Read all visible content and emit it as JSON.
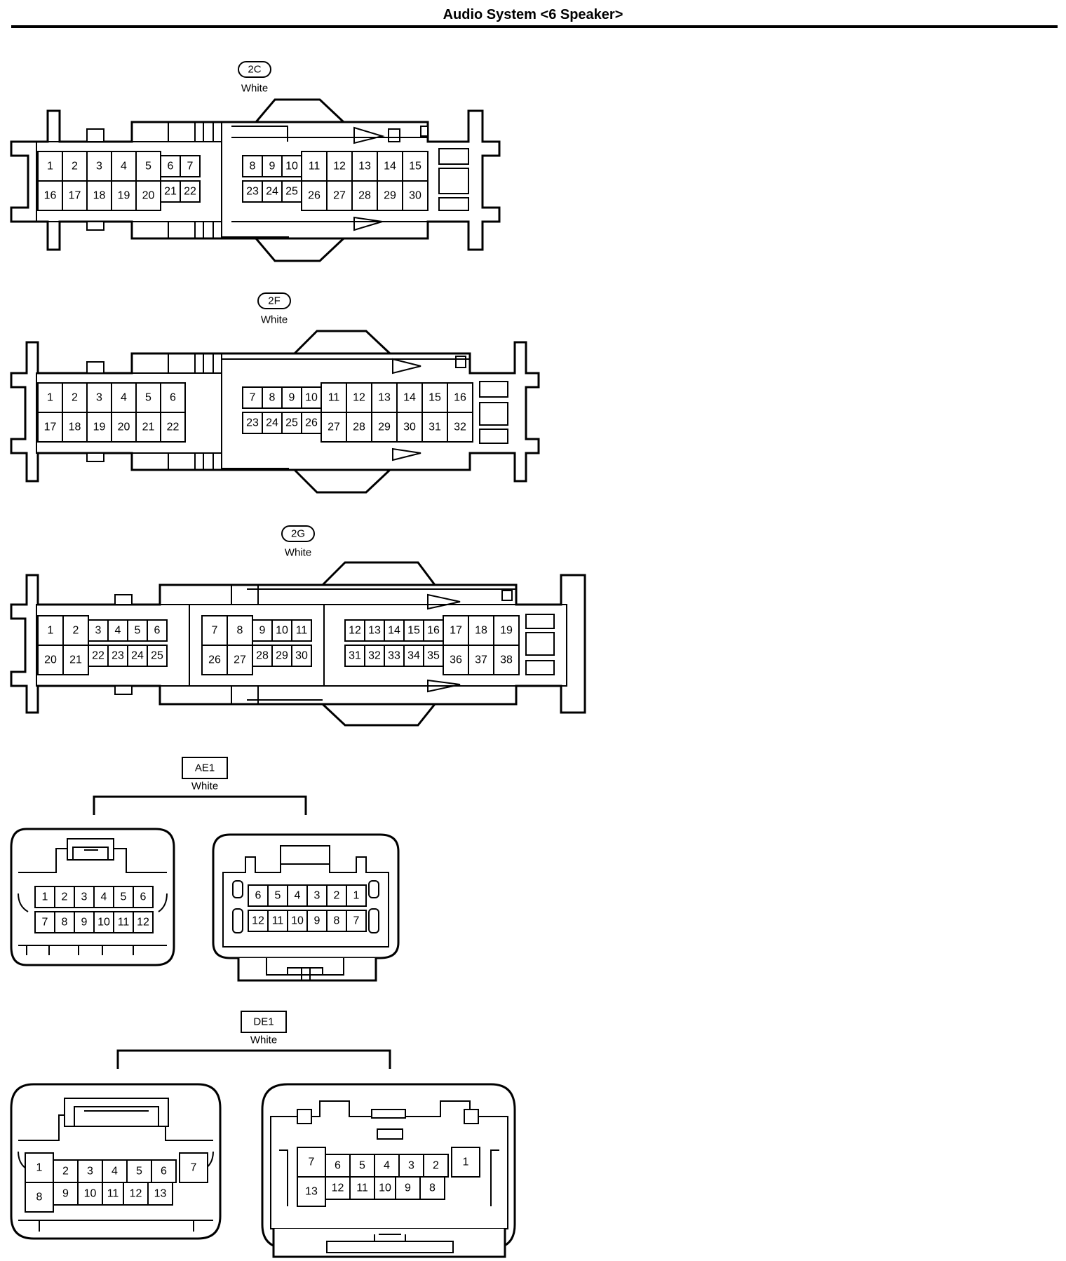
{
  "title": "Audio System <6 Speaker>",
  "connectors": [
    {
      "id": "2C",
      "label_shape": "oval",
      "color": "White"
    },
    {
      "id": "2F",
      "label_shape": "oval",
      "color": "White"
    },
    {
      "id": "2G",
      "label_shape": "oval",
      "color": "White"
    },
    {
      "id": "AE1",
      "label_shape": "box",
      "color": "White"
    },
    {
      "id": "DE1",
      "label_shape": "box",
      "color": "White"
    }
  ],
  "pins": {
    "c2C": [
      "1",
      "2",
      "3",
      "4",
      "5",
      "6",
      "7",
      "16",
      "17",
      "18",
      "19",
      "20",
      "21",
      "22",
      "8",
      "9",
      "10",
      "11",
      "12",
      "13",
      "14",
      "15",
      "23",
      "24",
      "25",
      "26",
      "27",
      "28",
      "29",
      "30"
    ],
    "c2F": [
      "1",
      "2",
      "3",
      "4",
      "5",
      "6",
      "17",
      "18",
      "19",
      "20",
      "21",
      "22",
      "7",
      "8",
      "9",
      "10",
      "11",
      "12",
      "13",
      "14",
      "15",
      "16",
      "23",
      "24",
      "25",
      "26",
      "27",
      "28",
      "29",
      "30",
      "31",
      "32"
    ],
    "c2G": [
      "1",
      "2",
      "3",
      "4",
      "5",
      "6",
      "20",
      "21",
      "22",
      "23",
      "24",
      "25",
      "7",
      "8",
      "9",
      "10",
      "11",
      "26",
      "27",
      "28",
      "29",
      "30",
      "12",
      "13",
      "14",
      "15",
      "16",
      "17",
      "18",
      "19",
      "31",
      "32",
      "33",
      "34",
      "35",
      "36",
      "37",
      "38"
    ],
    "cAE1L": [
      "1",
      "2",
      "3",
      "4",
      "5",
      "6",
      "7",
      "8",
      "9",
      "10",
      "11",
      "12"
    ],
    "cAE1R": [
      "6",
      "5",
      "4",
      "3",
      "2",
      "1",
      "12",
      "11",
      "10",
      "9",
      "8",
      "7"
    ],
    "cDE1L": [
      "1",
      "2",
      "3",
      "4",
      "5",
      "6",
      "7",
      "8",
      "9",
      "10",
      "11",
      "12",
      "13"
    ],
    "cDE1R": [
      "7",
      "6",
      "5",
      "4",
      "3",
      "2",
      "1",
      "13",
      "12",
      "11",
      "10",
      "9",
      "8"
    ]
  }
}
